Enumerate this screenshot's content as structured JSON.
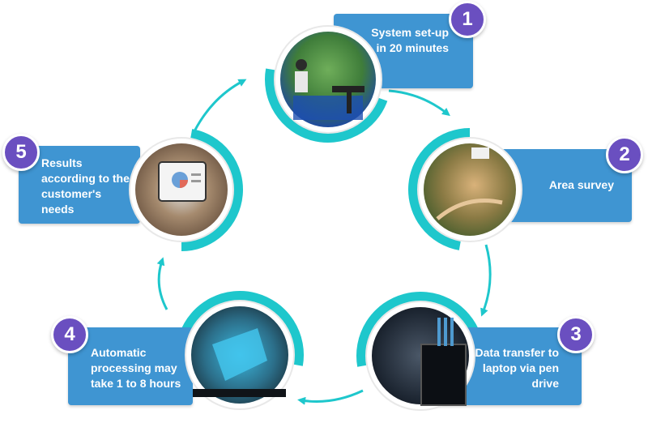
{
  "colors": {
    "box": "#3f95d2",
    "badge": "#6a4fc0",
    "accent_ring": "#1ec7cc",
    "arrow": "#1ec7cc"
  },
  "steps": [
    {
      "number": "1",
      "text": "System set-up in 20 minutes",
      "photo": "drone-setup-in-field-photo"
    },
    {
      "number": "2",
      "text": "Area survey",
      "photo": "aerial-view-of-site-photo"
    },
    {
      "number": "3",
      "text": "Data transfer to laptop via pen drive",
      "photo": "laptop-data-screen-photo"
    },
    {
      "number": "4",
      "text": "Automatic processing may take 1 to 8 hours",
      "photo": "processed-map-on-monitor-photo"
    },
    {
      "number": "5",
      "text": "Results according to the customer's needs",
      "photo": "tablet-with-charts-photo"
    }
  ]
}
